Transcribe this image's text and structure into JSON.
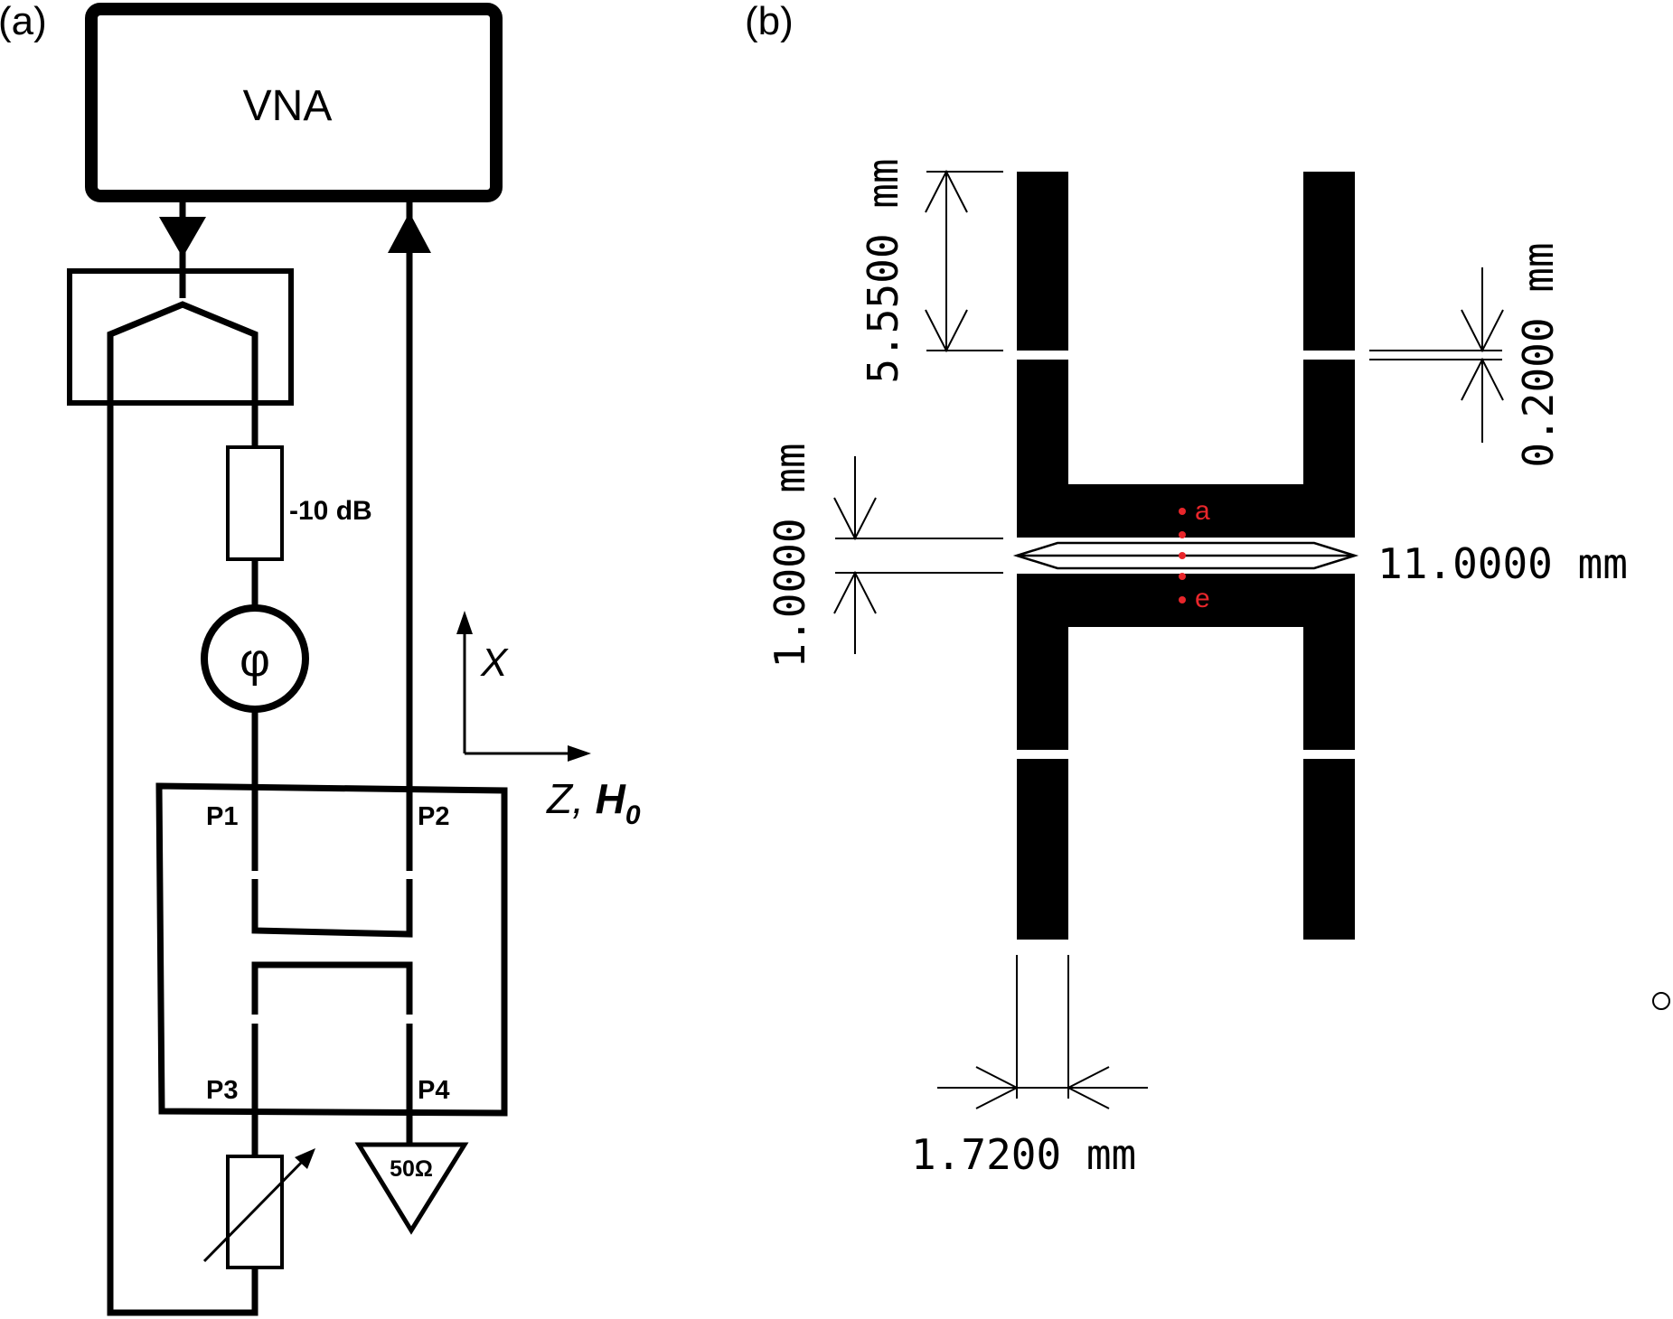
{
  "panel_a": {
    "label": "(a)",
    "vna_label": "VNA",
    "attenuator_label": "-10 dB",
    "phase_shifter_symbol": "φ",
    "axis_x_label": "X",
    "axis_z_label": "Z, ",
    "axis_h_label": "H",
    "axis_h_subscript": "0",
    "ports": [
      "P1",
      "P2",
      "P3",
      "P4"
    ],
    "load_label": "50Ω"
  },
  "panel_b": {
    "label": "(b)",
    "dim_length": "5.5500 mm",
    "dim_gap": "0.2000 mm",
    "dim_separation": "1.0000 mm",
    "dim_width_total": "11.0000 mm",
    "dim_strip_width": "1.7200 mm",
    "point_a": "a",
    "point_e": "e",
    "point_color": "#e8262b"
  }
}
